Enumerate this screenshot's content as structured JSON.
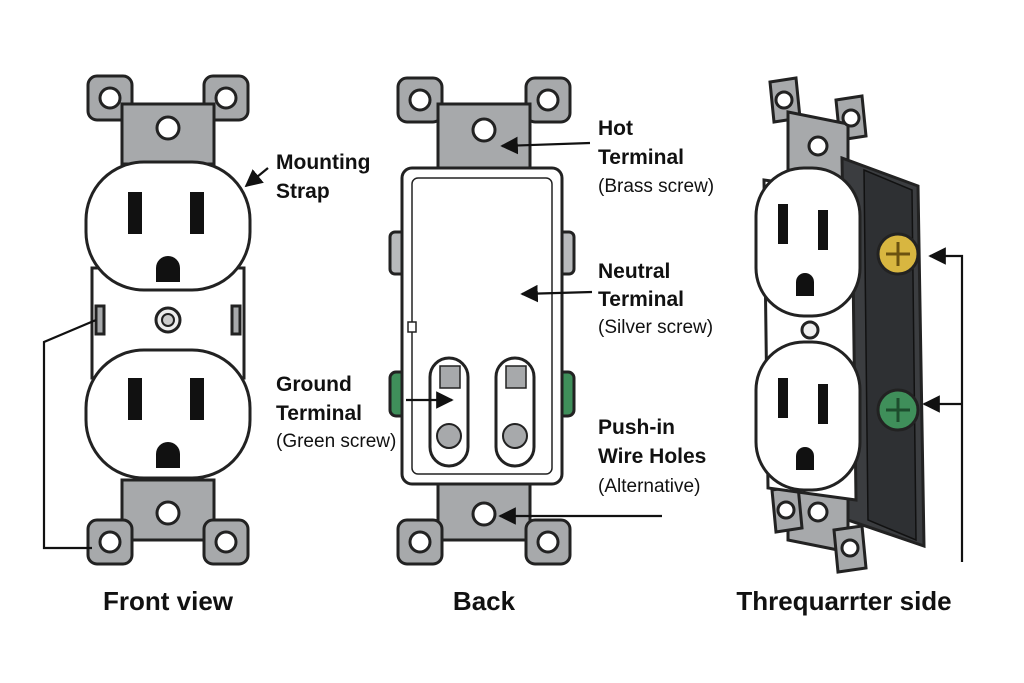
{
  "views": {
    "front": {
      "caption": "Front view"
    },
    "back": {
      "caption": "Back"
    },
    "side": {
      "caption": "Threquarrter side"
    }
  },
  "labels": {
    "mounting_strap": {
      "line1": "Mounting",
      "line2": "Strap"
    },
    "hot_terminal": {
      "line1": "Hot",
      "line2": "Terminal",
      "note": "(Brass screw)"
    },
    "neutral_terminal": {
      "line1": "Neutral",
      "line2": "Terminal",
      "note": "(Silver screw)"
    },
    "ground_terminal": {
      "line1": "Ground",
      "line2": "Terminal",
      "note": "(Green screw)"
    },
    "push_in": {
      "line1": "Push-in",
      "line2": "Wire Holes",
      "note": "(Alternative)"
    }
  },
  "colors": {
    "strap_gray": "#a7a9ab",
    "body_white": "#ffffff",
    "dark_body": "#3b3d40",
    "brass": "#d8b640",
    "green_screw": "#3f8f5a",
    "outline": "#222222"
  }
}
